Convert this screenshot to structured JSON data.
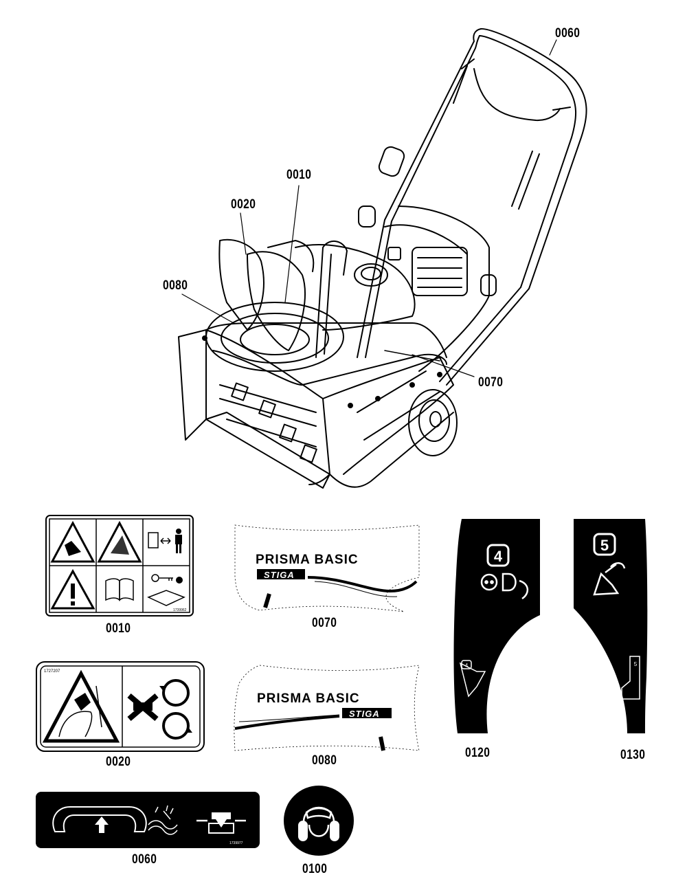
{
  "callouts": {
    "c0060": "0060",
    "c0010": "0010",
    "c0020": "0020",
    "c0080": "0080",
    "c0070": "0070"
  },
  "decals": {
    "d0010": {
      "label": "0010",
      "code": "1739962"
    },
    "d0070": {
      "label": "0070",
      "line1": "PRISMA BASIC",
      "brand": "STIGA"
    },
    "d0120": {
      "label": "0120",
      "number": "4",
      "small_number": "4"
    },
    "d0130": {
      "label": "0130",
      "number": "5",
      "small_number": "5"
    },
    "d0020": {
      "label": "0020",
      "code": "1727207"
    },
    "d0080": {
      "label": "0080",
      "line1": "PRISMA BASIC",
      "brand": "STIGA"
    },
    "d0060": {
      "label": "0060",
      "code": "1739977"
    },
    "d0100": {
      "label": "0100"
    }
  }
}
